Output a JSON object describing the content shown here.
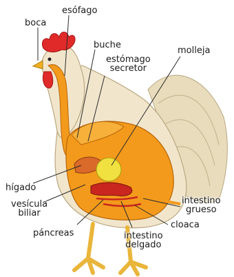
{
  "colors": {
    "background": "#ffffff",
    "feathers": "#f1e6cc",
    "feather_shadow": "#cdbb94",
    "comb": "#e02a2a",
    "beak": "#f0b020",
    "leg": "#e9b53a",
    "digestive_orange": "#f39a1c",
    "stomach_yellow": "#f0e040",
    "intestine_red": "#c8261f",
    "leader_line": "#2a2a2a"
  },
  "labels": {
    "boca": "boca",
    "esofago": "esófago",
    "buche": "buche",
    "estomago_1": "estómago",
    "estomago_2": "secretor",
    "molleja": "molleja",
    "higado": "hígado",
    "vesicula_1": "vesícula",
    "vesicula_2": "biliar",
    "pancreas": "páncreas",
    "intestino_delgado_1": "intestino",
    "intestino_delgado_2": "delgado",
    "intestino_grueso_1": "intestino",
    "intestino_grueso_2": "grueso",
    "cloaca": "cloaca"
  }
}
